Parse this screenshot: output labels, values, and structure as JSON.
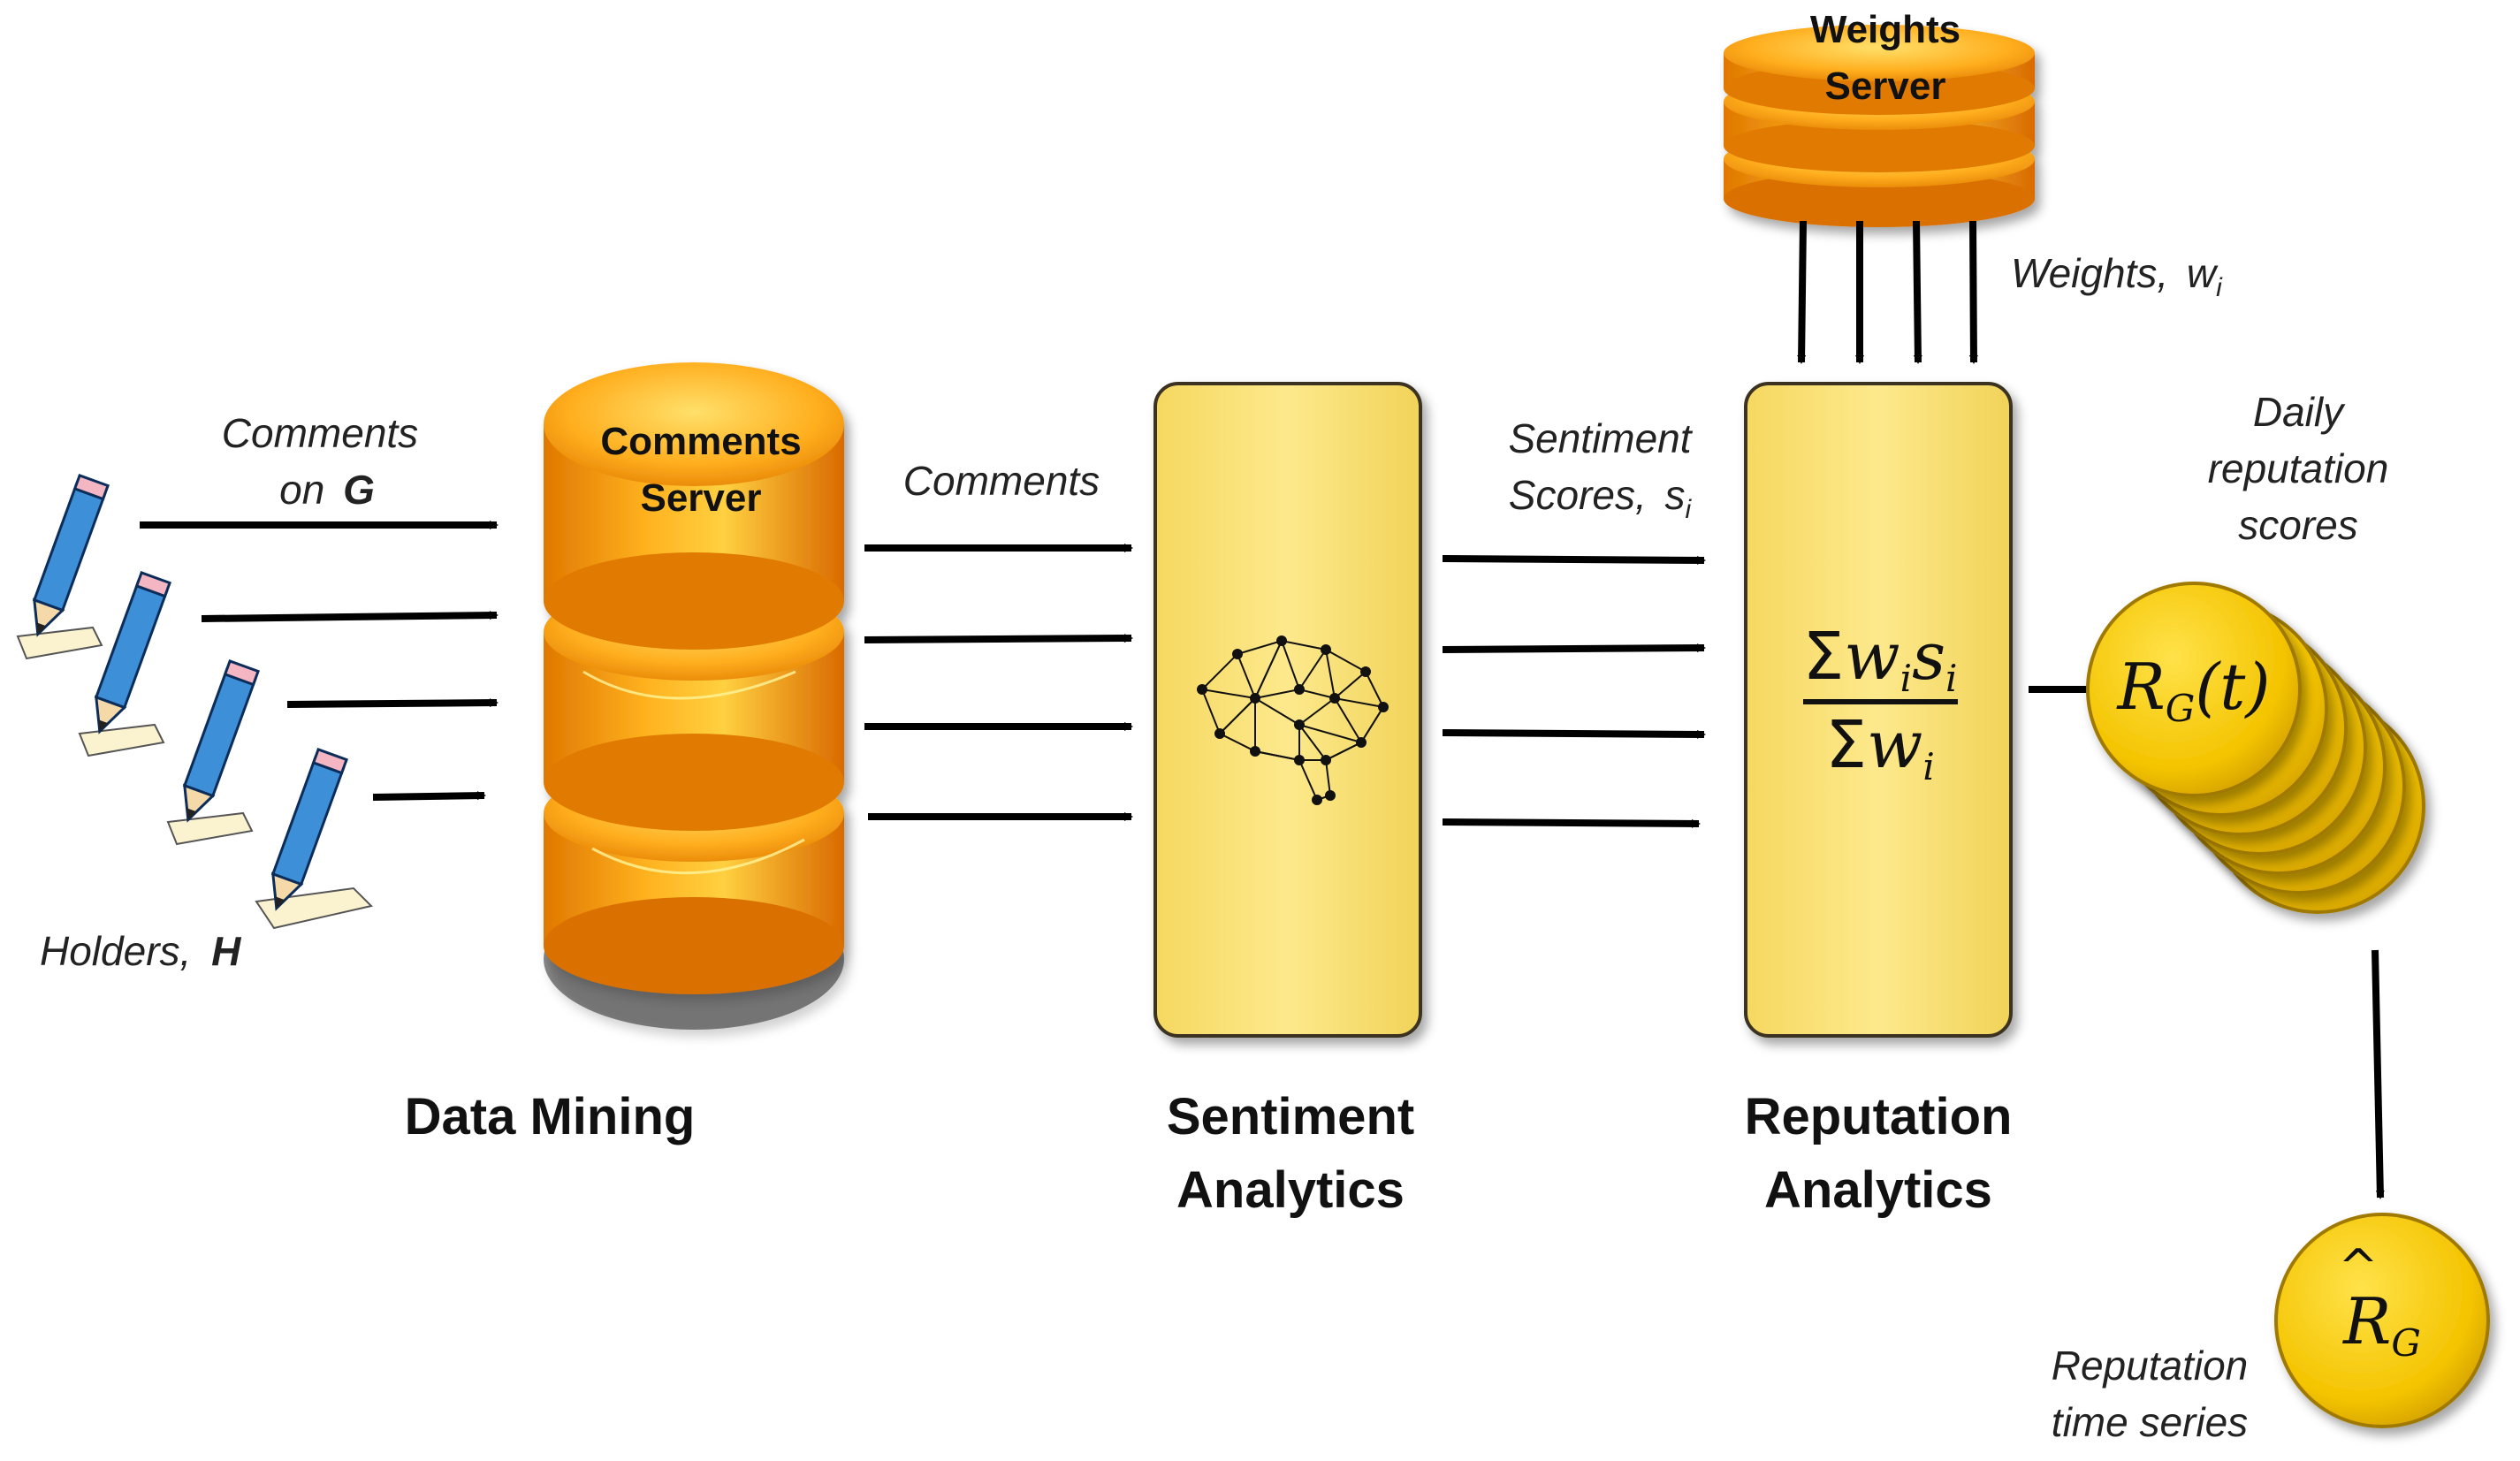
{
  "labels": {
    "comments_on": "Comments",
    "comments_on_line2": "on",
    "comments_on_symbol": "G",
    "holders": "Holders,",
    "holders_symbol": "H",
    "comments": "Comments",
    "sentiment_scores_line1": "Sentiment",
    "sentiment_scores_line2": "Scores,",
    "sentiment_scores_symbol": "s",
    "sentiment_scores_sub": "i",
    "weights": "Weights,",
    "weights_symbol": "w",
    "weights_sub": "i",
    "daily_line1": "Daily",
    "daily_line2": "reputation",
    "daily_line3": "scores",
    "timeseries_line1": "Reputation",
    "timeseries_line2": "time series"
  },
  "servers": {
    "comments_line1": "Comments",
    "comments_line2": "Server",
    "weights_line1": "Weights",
    "weights_line2": "Server"
  },
  "stages": {
    "data_mining": "Data Mining",
    "sentiment_line1": "Sentiment",
    "sentiment_line2": "Analytics",
    "reputation_line1": "Reputation",
    "reputation_line2": "Analytics"
  },
  "formula": {
    "sum": "Σ",
    "w": "w",
    "s": "s",
    "i": "i"
  },
  "coins": {
    "r": "R",
    "sub": "G",
    "t": "(t)",
    "hat": "^"
  },
  "colors": {
    "box_fill": "#fbe27a",
    "box_stroke": "#3a3320",
    "coin": "#f2c200",
    "orange": "#f59a00",
    "pencil": "#3d8fd8"
  }
}
